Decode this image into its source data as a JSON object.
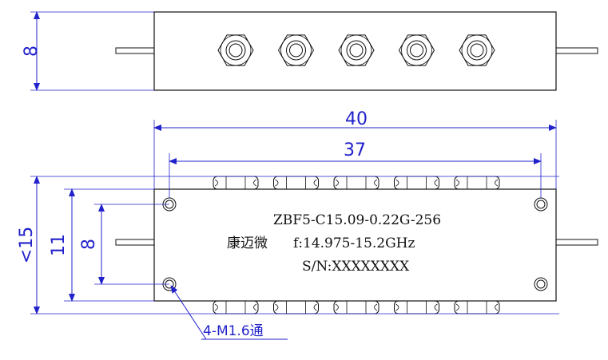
{
  "colors": {
    "outline": "#111111",
    "dimension": "#2222cc"
  },
  "top_view": {
    "height_dim": "8",
    "connector_count": 5
  },
  "front_view": {
    "width_total_dim": "40",
    "hole_spacing_dim": "37",
    "height_total_dim": "<15",
    "body_height_dim": "11",
    "hole_vertical_dim": "8",
    "label_model": "ZBF5-C15.09-0.22G-256",
    "label_brand": "康迈微",
    "label_freq": "f:14.975-15.2GHz",
    "label_serial": "S/N:XXXXXXXX",
    "hole_callout": "4-M1.6通"
  }
}
